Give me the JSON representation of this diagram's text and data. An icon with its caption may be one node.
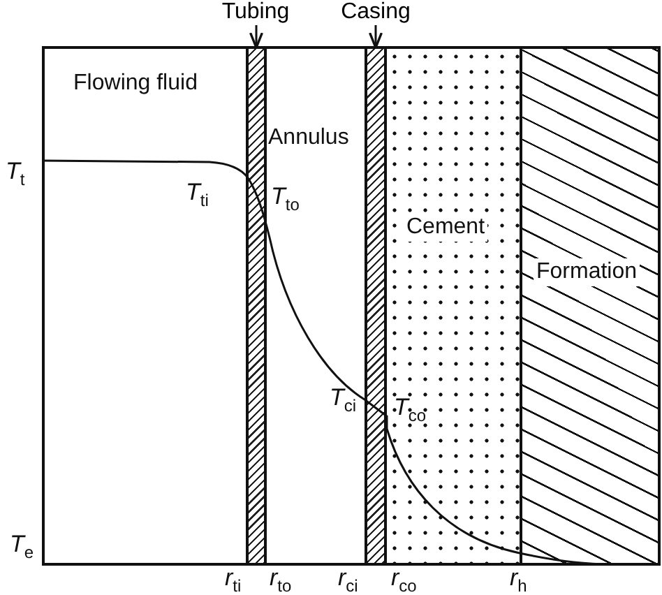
{
  "diagram": {
    "nodes": [
      {
        "text": [
          "Flowing fluid"
        ]
      },
      {
        "text": [],
        "shape": "bar"
      },
      {
        "text": [
          "Annulus"
        ]
      },
      {
        "text": [],
        "shape": "bar"
      },
      {
        "text": [
          "Cement"
        ]
      },
      {
        "text": [
          "Formation"
        ]
      },
      {
        "text": [
          "Tubing"
        ]
      },
      {
        "text": [
          "Casing"
        ]
      }
    ],
    "edges": [
      {
        "from": 6,
        "to": 1,
        "arrow": "to"
      },
      {
        "from": 7,
        "to": 3,
        "arrow": "to"
      }
    ],
    "labels": [
      "*T*$_{t}$",
      "*T*$_{ti}$",
      "*T*$_{to}$",
      "*T*$_{ci}$",
      "*T*$_{co}$",
      "*T*$_{e}$",
      "*r*$_{ti}$",
      "*r*$_{to}$",
      "*r*$_{ci}$",
      "*r*$_{co}$",
      "*r*$_{h}$"
    ]
  }
}
